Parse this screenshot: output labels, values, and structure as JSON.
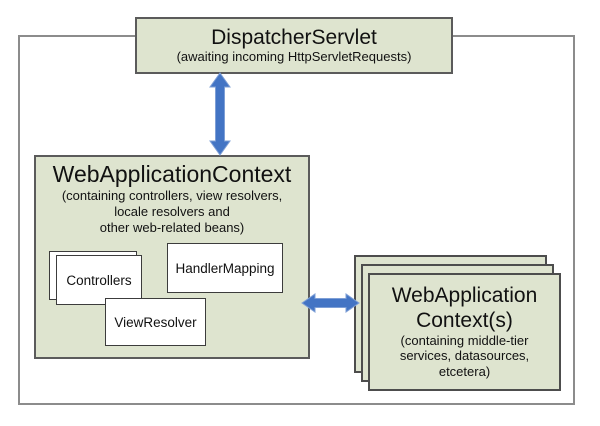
{
  "diagram": {
    "dispatcher_servlet": {
      "title": "DispatcherServlet",
      "subtitle": "(awaiting incoming HttpServletRequests)"
    },
    "web_application_context": {
      "title": "WebApplicationContext",
      "subtitle_lines": [
        "(containing controllers, view resolvers,",
        "locale resolvers and",
        "other web-related beans)"
      ],
      "beans": [
        {
          "label": "Controllers"
        },
        {
          "label": "HandlerMapping"
        },
        {
          "label": "ViewResolver"
        }
      ]
    },
    "middle_tier_contexts": {
      "title_lines": [
        "WebApplication",
        "Context(s)"
      ],
      "subtitle_lines": [
        "(containing middle-tier",
        "services, datasources,",
        "etcetera)"
      ]
    },
    "colors": {
      "box_fill": "#dee4cf",
      "box_border": "#5b5b5b",
      "outer_border": "#8c8c8c",
      "arrow_blue": "#4374c4",
      "bean_fill": "#ffffff"
    },
    "icons": {
      "vertical_arrow": "double-headed-arrow-vertical",
      "horizontal_arrow": "double-headed-arrow-horizontal"
    }
  }
}
